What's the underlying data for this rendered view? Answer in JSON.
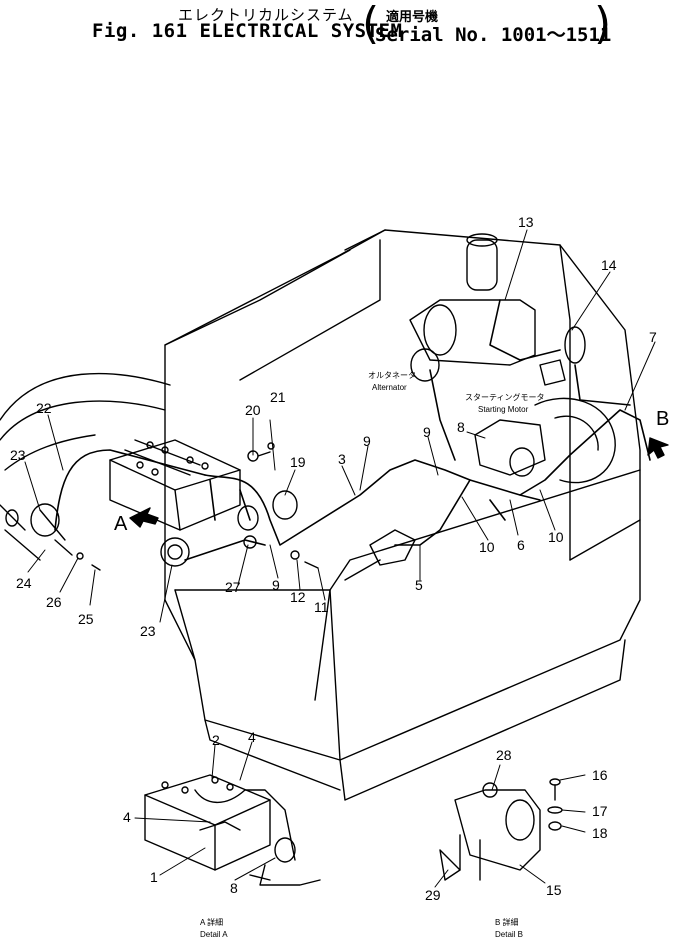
{
  "title": {
    "japanese": "エレクトリカルシステム",
    "english": "Fig. 161 ELECTRICAL SYSTEM",
    "serial_japanese": "適用号機",
    "serial": "Serial No. 1001～1511"
  },
  "labels": {
    "alternator_jp": "オルタネータ",
    "alternator": "Alternator",
    "starting_motor_jp": "スターティングモータ",
    "starting_motor": "Starting Motor",
    "detail_a_jp": "A 詳細",
    "detail_a": "Detail A",
    "detail_b_jp": "B 詳細",
    "detail_b": "Detail B",
    "arrow_a": "A",
    "arrow_b": "B"
  },
  "callouts": {
    "c1": "1",
    "c2": "2",
    "c3": "3",
    "c4a": "4",
    "c4b": "4",
    "c5": "5",
    "c6": "6",
    "c7": "7",
    "c8a": "8",
    "c8b": "8",
    "c9a": "9",
    "c9b": "9",
    "c9c": "9",
    "c10a": "10",
    "c10b": "10",
    "c11": "11",
    "c12": "12",
    "c13": "13",
    "c14": "14",
    "c15": "15",
    "c16": "16",
    "c17": "17",
    "c18": "18",
    "c19": "19",
    "c20": "20",
    "c21": "21",
    "c22": "22",
    "c23a": "23",
    "c23b": "23",
    "c24": "24",
    "c25": "25",
    "c26": "26",
    "c27": "27",
    "c28": "28",
    "c29": "29"
  }
}
